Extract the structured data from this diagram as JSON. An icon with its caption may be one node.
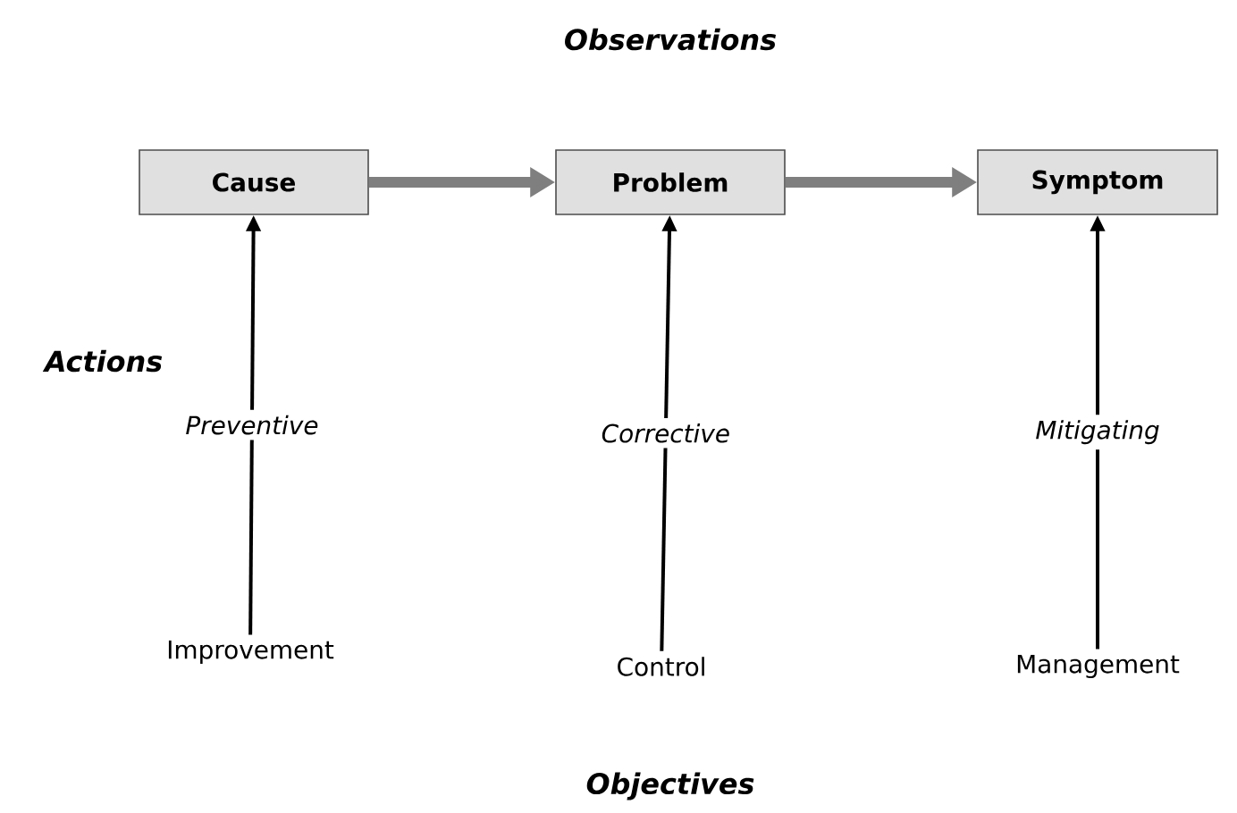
{
  "diagram": {
    "nodes": [
      {
        "text": [
          "Cause"
        ]
      },
      {
        "text": [
          "Problem"
        ]
      },
      {
        "text": [
          "Symptom"
        ]
      },
      {
        "text": [
          "Improvement"
        ]
      },
      {
        "text": [
          "Control"
        ]
      },
      {
        "text": [
          "Management"
        ]
      }
    ],
    "edges": [
      {
        "from": 0,
        "to": 1,
        "arrow": "to",
        "style": "thick",
        "color": "#7f7f7f"
      },
      {
        "from": 1,
        "to": 2,
        "arrow": "to",
        "style": "thick",
        "color": "#7f7f7f"
      },
      {
        "from": 3,
        "to": 0,
        "arrow": "to",
        "label": "Preventive"
      },
      {
        "from": 4,
        "to": 1,
        "arrow": "to",
        "label": "Corrective"
      },
      {
        "from": 5,
        "to": 2,
        "arrow": "to",
        "label": "Mitigating"
      }
    ],
    "labels": [
      "Observations",
      "Actions",
      "Objectives"
    ]
  }
}
